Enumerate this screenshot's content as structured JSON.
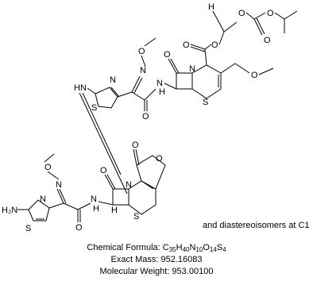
{
  "labels": {
    "top_ring_thiazole_s": "S",
    "top_ring_thiazole_n": "N",
    "linker_nh": "HN",
    "oxime_o": "O",
    "oxime_n": "N",
    "amide_o": "O",
    "amide_nh": "N",
    "amide_h": "H",
    "beta_lactam_o": "O",
    "beta_lactam_n": "N",
    "ring_s": "S",
    "ester_o": "O",
    "ester_o2": "O",
    "carbonate_o1": "O",
    "carbonate_o2": "O",
    "carbonate_o3": "O",
    "methoxy_o": "O",
    "bottom_amino": "H₂N",
    "bottom_thiazole_n": "N",
    "bottom_thiazole_s": "S",
    "bottom_oxime_o": "O",
    "bottom_oxime_n": "N",
    "bottom_amide_o": "O",
    "bottom_amide_nh": "N",
    "bottom_amide_h": "H",
    "lactone_o": "O",
    "lactone_o2": "O",
    "bottom_lactam_o": "O",
    "bottom_lactam_n": "N",
    "bottom_ring_s": "S",
    "bottom_h_label": "H",
    "bottom_nh_h": "H"
  },
  "note": "and diastereoisomers at C1",
  "formula": {
    "prefix": "Chemical Formula: ",
    "parts": [
      {
        "t": "C",
        "s": "35"
      },
      {
        "t": "H",
        "s": "40"
      },
      {
        "t": "N",
        "s": "10"
      },
      {
        "t": "O",
        "s": "14"
      },
      {
        "t": "S",
        "s": "4"
      }
    ]
  },
  "exact_mass": "Exact Mass: 952.16083",
  "molecular_weight": "Molecular Weight: 953.00100"
}
